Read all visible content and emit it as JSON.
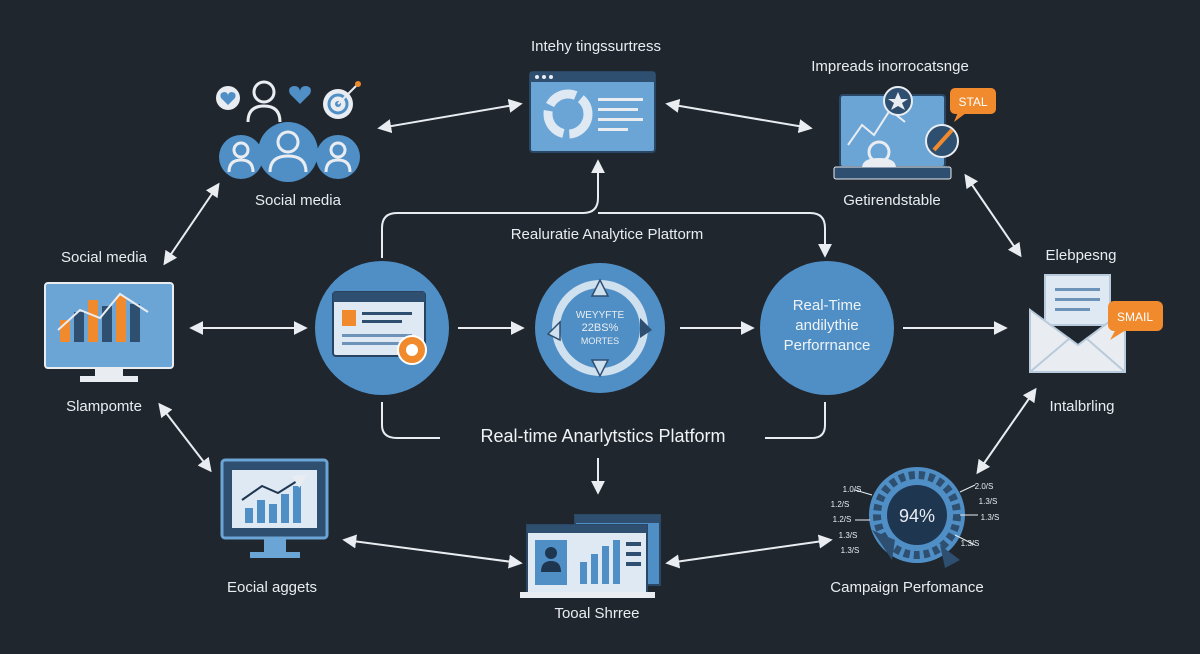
{
  "labels": {
    "top_center": "Intehy tingssurtress",
    "top_right": "Impreads inorrocatsnge",
    "social_media_top": "Social media",
    "social_media_left": "Social media",
    "top_right_bottom": "Getirendstable",
    "right_top": "Elebpesng",
    "platform_top": "Realuratie Analytice Plattorm",
    "platform_bottom": "Real-time Anarlytstics Platform",
    "left_monitor_bottom": "Slampomte",
    "right_bottom": "Intalbrling",
    "bottom_left": "Eocial aggets",
    "bottom_center": "Tooal Shrree",
    "bottom_right": "Campaign Perfomance"
  },
  "circles": {
    "perf_line1": "Real-Time",
    "perf_line2": "andilythie",
    "perf_line3": "Perforrnance",
    "cycle_line1": "WEYYFTE",
    "cycle_line2": "22BS%",
    "cycle_line3": "MORTES"
  },
  "badges": {
    "stal": "STAL",
    "smail": "SMAIL",
    "gauge_pct": "94%"
  },
  "gauge_ticks": [
    "1.0/S",
    "2.0/S",
    "1.2/S",
    "1.3/S",
    "1.2/S",
    "1.3/S",
    "1.3/S",
    "1.3/S",
    "1.3/S"
  ],
  "colors": {
    "background": "#1f262e",
    "primary_blue": "#4f8fc6",
    "light_blue": "#7fb3dc",
    "accent_orange": "#f08a2c",
    "arrow": "#e9edf1"
  }
}
